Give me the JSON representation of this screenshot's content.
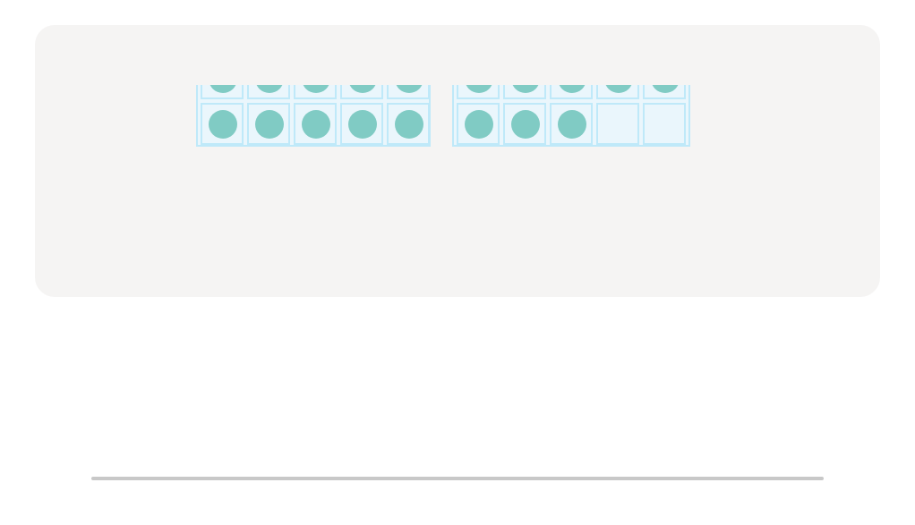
{
  "ten_frames": [
    {
      "filled": 10,
      "total": 10
    },
    {
      "filled": 8,
      "total": 10
    }
  ],
  "colors": {
    "card_background": "#f5f4f3",
    "counter": "#80cbc4",
    "cell_border": "#bfe9f9",
    "cell_fill": "#eaf6fc",
    "progress_track": "#c8c8c8"
  }
}
